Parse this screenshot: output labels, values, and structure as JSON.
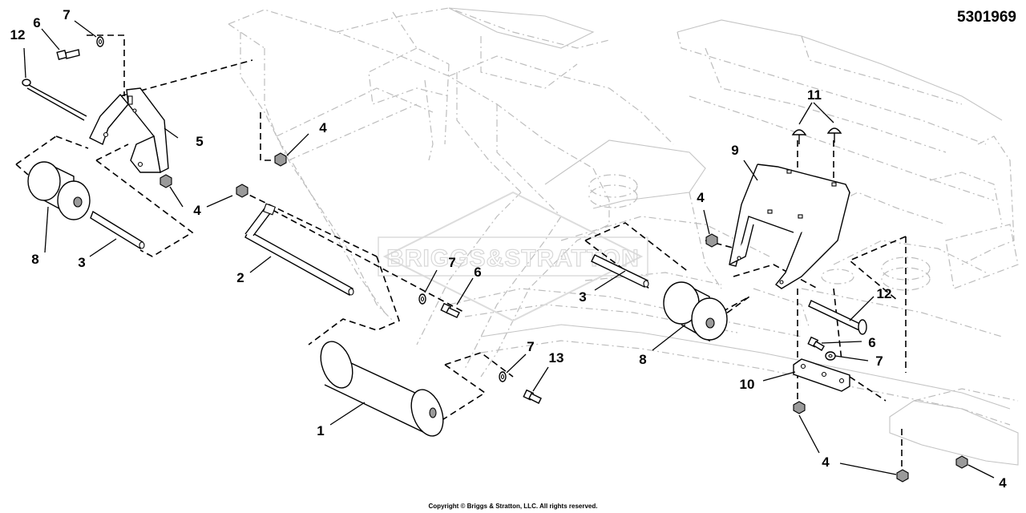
{
  "diagram_number": "5301969",
  "copyright": "Copyright © Briggs & Stratton, LLC. All rights reserved.",
  "watermark": "BRIGGS&STRATTON",
  "callouts": {
    "c1": "1",
    "c2": "2",
    "c3a": "3",
    "c3b": "3",
    "c4a": "4",
    "c4b": "4",
    "c4c": "4",
    "c4d": "4",
    "c4e": "4",
    "c5": "5",
    "c6a": "6",
    "c6b": "6",
    "c6c": "6",
    "c7a": "7",
    "c7b": "7",
    "c7c": "7",
    "c7d": "7",
    "c8a": "8",
    "c8b": "8",
    "c9": "9",
    "c10": "10",
    "c11": "11",
    "c12a": "12",
    "c12b": "12",
    "c13": "13"
  }
}
